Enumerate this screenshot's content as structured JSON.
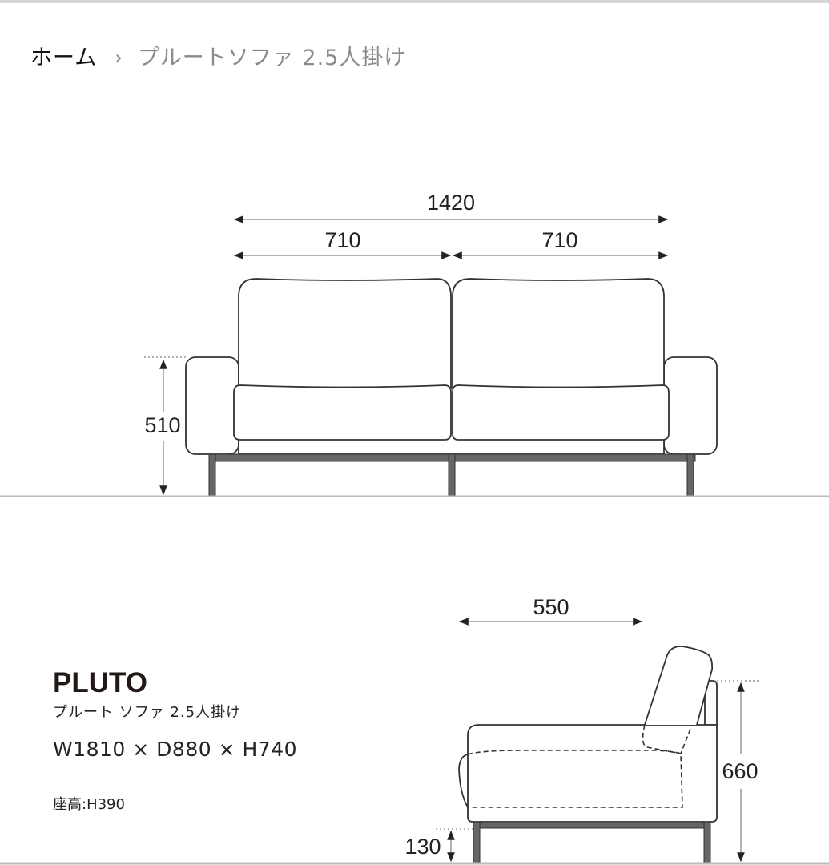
{
  "breadcrumb": {
    "home": "ホーム",
    "separator": "›",
    "current": "プルートソファ 2.5人掛け"
  },
  "front_view": {
    "dims": {
      "total_width": "1420",
      "left_seat": "710",
      "right_seat": "710",
      "arm_height": "510"
    }
  },
  "side_view": {
    "dims": {
      "seat_depth": "550",
      "back_height": "660",
      "leg_height": "130"
    }
  },
  "product": {
    "name": "PLUTO",
    "subtitle": "プルート ソファ 2.5人掛け",
    "size": "W1810 × D880 × H740",
    "seat_height": "座高:H390"
  },
  "colors": {
    "line": "#333333",
    "dimension": "#999999",
    "leg": "#666666",
    "floor": "#bbbbbb"
  }
}
